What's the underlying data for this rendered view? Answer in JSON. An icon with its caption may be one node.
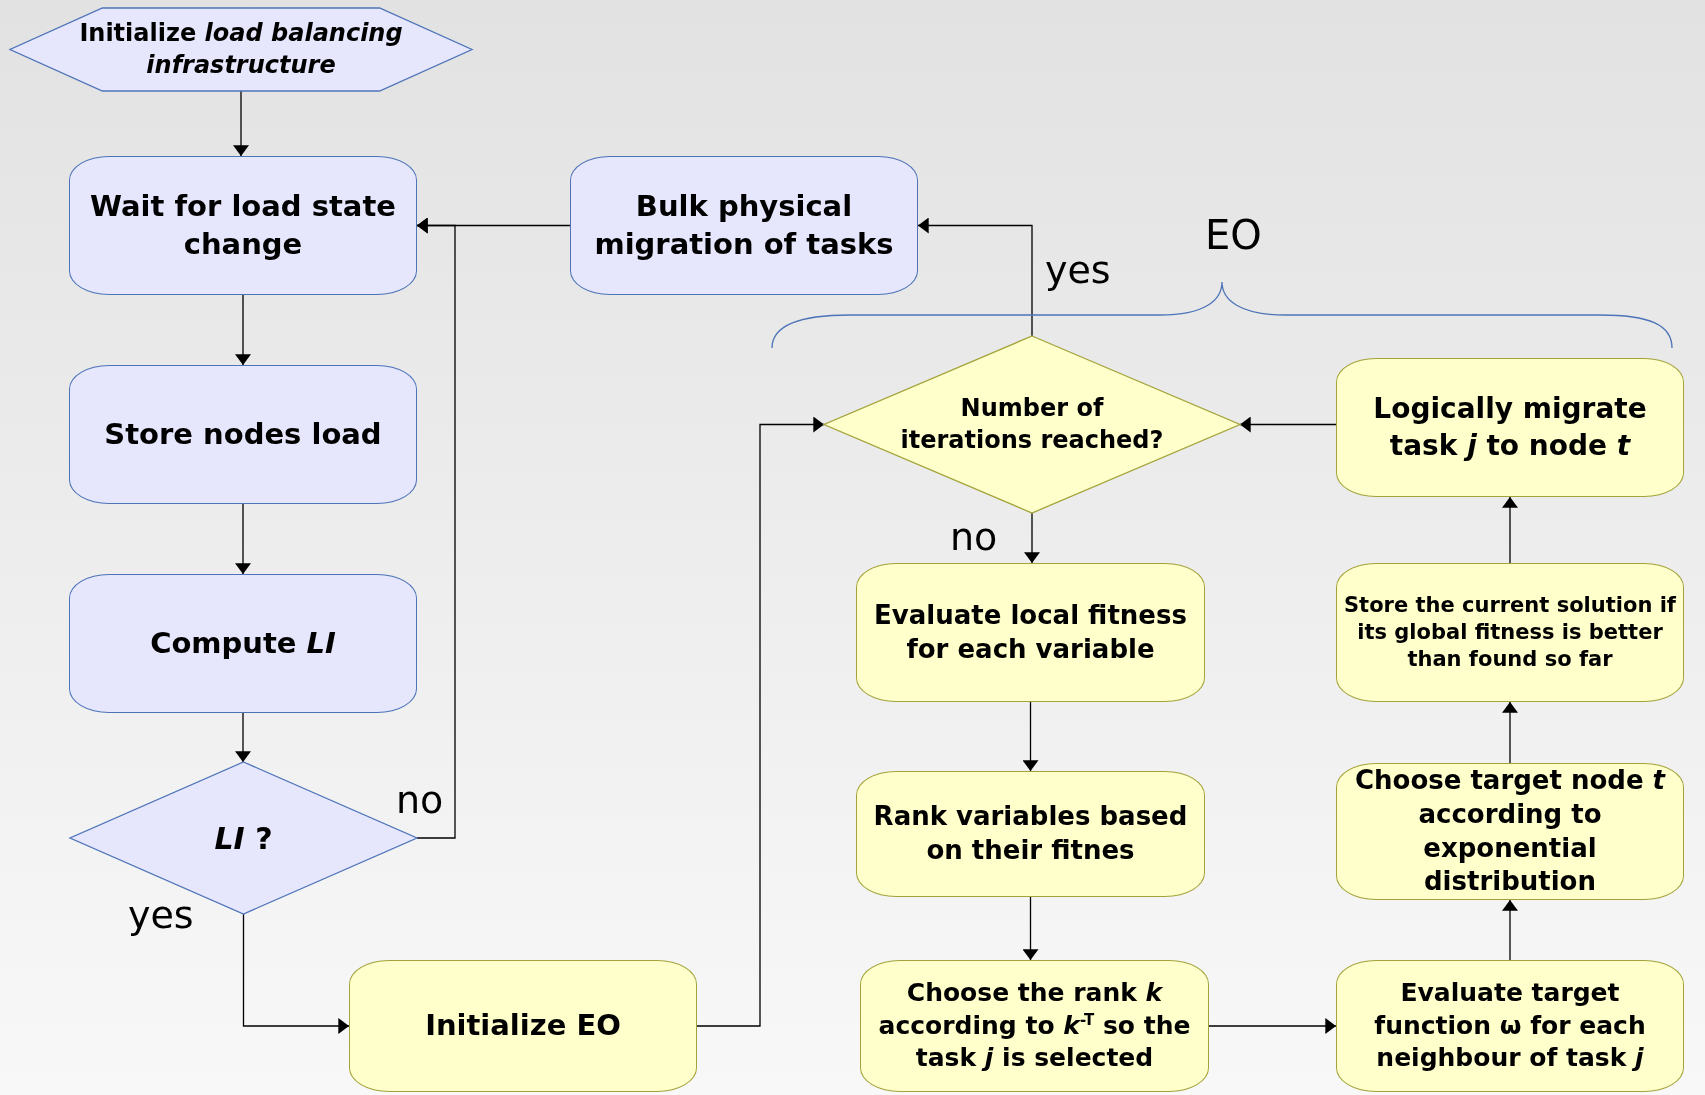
{
  "diagram": {
    "nodes": [
      {
        "text": [
          "Initialize *load balancing infrastructure*"
        ]
      },
      {
        "text": [
          "Wait for load state change"
        ]
      },
      {
        "text": [
          "Store nodes load"
        ]
      },
      {
        "text": [
          "Compute *LI*"
        ]
      },
      {
        "text": [
          "*LI* ?"
        ]
      },
      {
        "text": [
          "Initialize EO"
        ]
      },
      {
        "text": [
          "Bulk physical migration of tasks"
        ]
      },
      {
        "text": [
          "Number of iterations reached?"
        ]
      },
      {
        "text": [
          "Evaluate local fitness for each variable"
        ]
      },
      {
        "text": [
          "Rank variables based on their fitnes"
        ]
      },
      {
        "text": [
          "Choose the rank *k* according to *k*$^{-T}$ so the task *j* is selected"
        ]
      },
      {
        "text": [
          "Evaluate target function ω for each neighbour of task *j*"
        ]
      },
      {
        "text": [
          "Choose target node *t* according to exponential distribution"
        ]
      },
      {
        "text": [
          "Store the current solution if its global fitness is better than found so far"
        ]
      },
      {
        "text": [
          "Logically migrate task *j* to node *t*"
        ]
      }
    ],
    "edges": [
      {
        "from": 0,
        "to": 1,
        "arrow": "to"
      },
      {
        "from": 1,
        "to": 2,
        "arrow": "to"
      },
      {
        "from": 2,
        "to": 3,
        "arrow": "to"
      },
      {
        "from": 3,
        "to": 4,
        "arrow": "to"
      },
      {
        "from": 4,
        "to": 1,
        "arrow": "to",
        "label": "no"
      },
      {
        "from": 4,
        "to": 5,
        "arrow": "to",
        "label": "yes"
      },
      {
        "from": 5,
        "to": 7,
        "arrow": "to"
      },
      {
        "from": 7,
        "to": 6,
        "arrow": "to",
        "label": "yes"
      },
      {
        "from": 6,
        "to": 1,
        "arrow": "to"
      },
      {
        "from": 7,
        "to": 8,
        "arrow": "to",
        "label": "no"
      },
      {
        "from": 8,
        "to": 9,
        "arrow": "to"
      },
      {
        "from": 9,
        "to": 10,
        "arrow": "to"
      },
      {
        "from": 10,
        "to": 11,
        "arrow": "to"
      },
      {
        "from": 11,
        "to": 12,
        "arrow": "to"
      },
      {
        "from": 12,
        "to": 13,
        "arrow": "to"
      },
      {
        "from": 13,
        "to": 14,
        "arrow": "to"
      },
      {
        "from": 14,
        "to": 7,
        "arrow": "to"
      }
    ],
    "labels": [
      "EO"
    ]
  }
}
